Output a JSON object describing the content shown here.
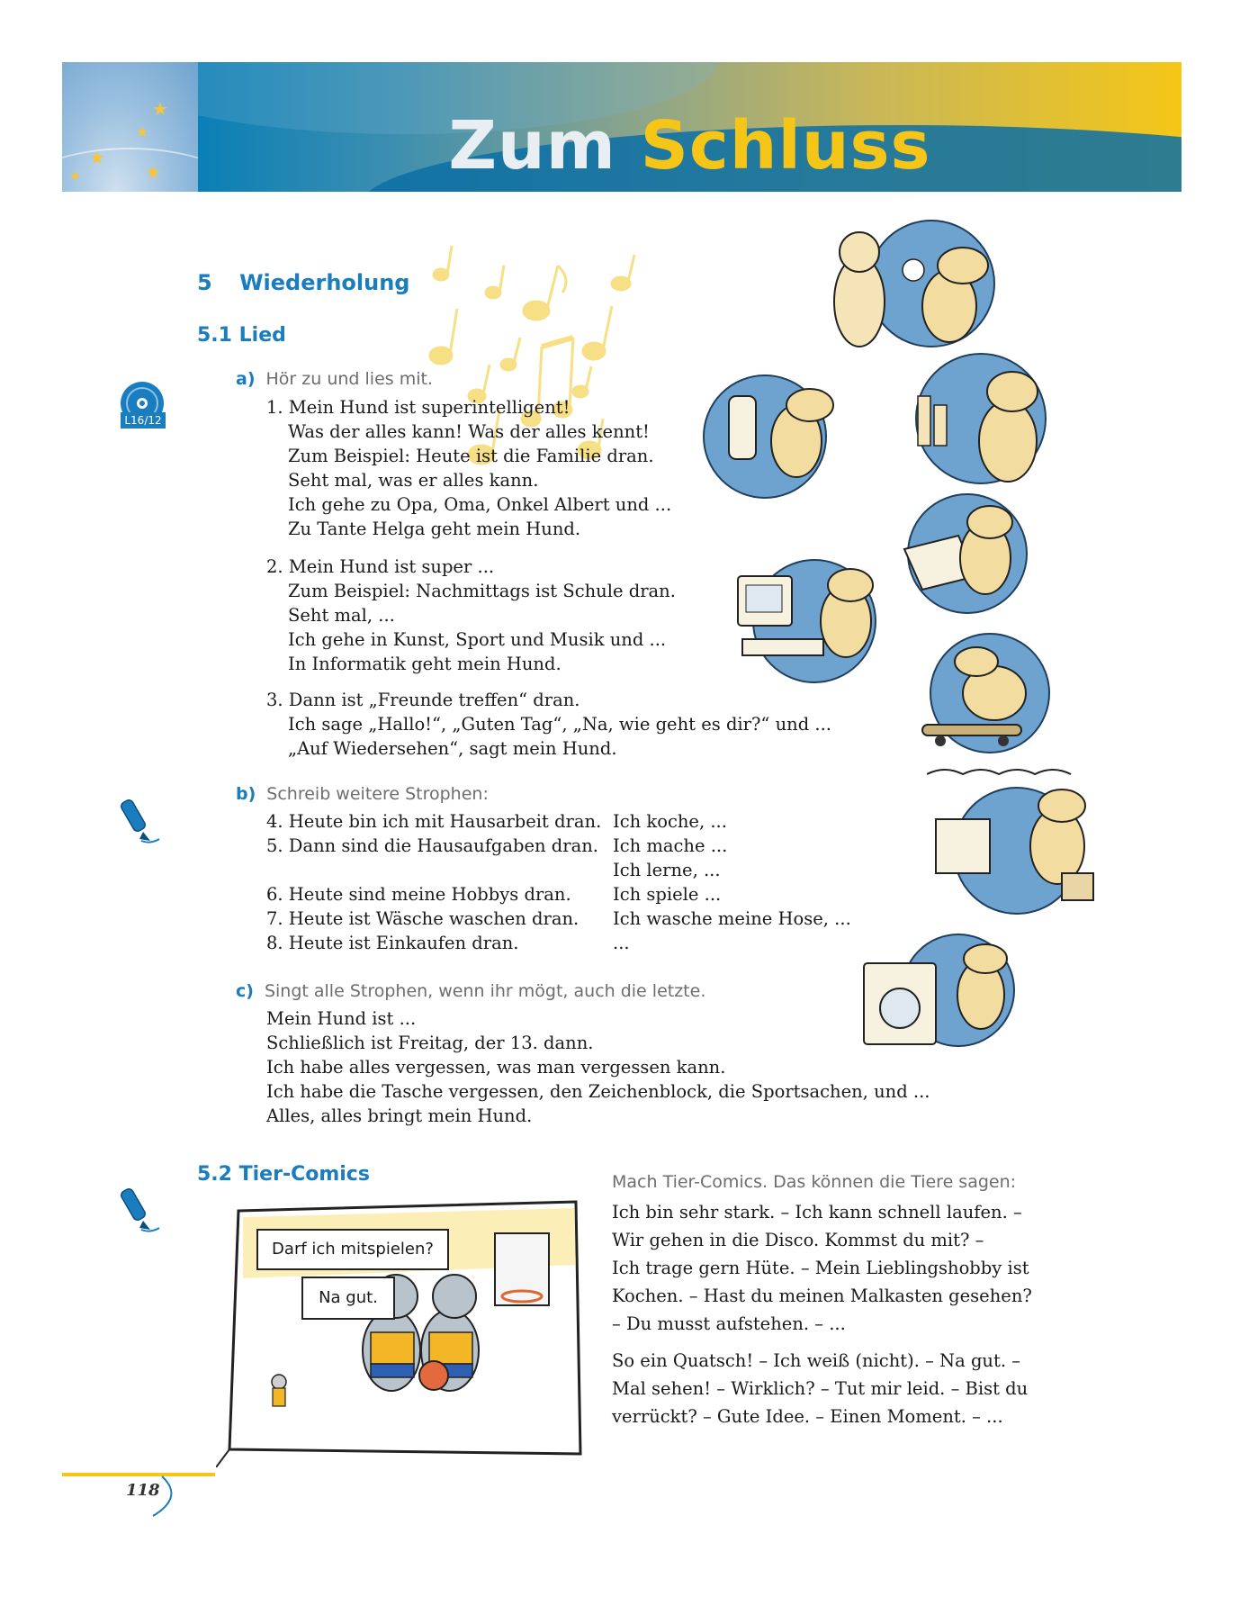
{
  "header": {
    "title_part1": "Zum",
    "title_part2": "Schluss"
  },
  "section": {
    "number": "5",
    "title": "Wiederholung"
  },
  "lied": {
    "heading": "5.1 Lied",
    "cd_label": "L16/12",
    "a": {
      "label": "a)",
      "instruction": "Hör zu und lies mit.",
      "verses": [
        [
          "1. Mein Hund ist superintelligent!",
          "Was der alles kann! Was der alles kennt!",
          "Zum Beispiel: Heute ist die Familie dran.",
          "Seht mal, was er alles kann.",
          "Ich gehe zu Opa, Oma, Onkel Albert und ...",
          "Zu Tante Helga geht mein Hund."
        ],
        [
          "2. Mein Hund ist super ...",
          "Zum Beispiel: Nachmittags ist Schule dran.",
          "Seht mal, ...",
          "Ich gehe in Kunst, Sport und Musik und ...",
          "In Informatik geht mein Hund."
        ],
        [
          "3. Dann ist „Freunde treffen“ dran.",
          "Ich sage „Hallo!“, „Guten Tag“, „Na, wie geht es dir?“ und ...",
          "„Auf Wiedersehen“, sagt mein Hund."
        ]
      ]
    },
    "b": {
      "label": "b)",
      "instruction": "Schreib weitere Strophen:",
      "rows": [
        [
          "4. Heute bin ich mit Hausarbeit dran.",
          "Ich koche, ..."
        ],
        [
          "5. Dann sind die Hausaufgaben dran.",
          "Ich mache ..."
        ],
        [
          "",
          "Ich lerne, ..."
        ],
        [
          "6. Heute sind meine Hobbys dran.",
          "Ich spiele ..."
        ],
        [
          "7. Heute ist Wäsche waschen dran.",
          "Ich wasche meine Hose, ..."
        ],
        [
          "8. Heute ist Einkaufen dran.",
          "..."
        ]
      ]
    },
    "c": {
      "label": "c)",
      "instruction": "Singt alle Strophen, wenn ihr mögt, auch die letzte.",
      "lines": [
        "Mein Hund ist ...",
        "Schließlich ist Freitag, der 13. dann.",
        "Ich habe alles vergessen, was man vergessen kann.",
        "Ich habe die Tasche vergessen, den Zeichenblock, die Sportsachen, und ...",
        "Alles, alles bringt mein Hund."
      ]
    }
  },
  "comics": {
    "heading": "5.2 Tier-Comics",
    "instruction": "Mach Tier-Comics. Das können die Tiere sagen:",
    "para1": [
      "Ich bin sehr stark. – Ich kann schnell laufen. –",
      "Wir gehen in die Disco. Kommst du mit? –",
      "Ich trage gern Hüte. – Mein Lieblingshobby ist",
      "Kochen. – Hast du meinen Malkasten gesehen?",
      "– Du musst aufstehen. – ..."
    ],
    "para2": [
      "So ein Quatsch! – Ich weiß (nicht). – Na gut. –",
      "Mal sehen! – Wirklich? – Tut mir leid. – Bist du",
      "verrückt? – Gute Idee. – Einen Moment. – ..."
    ],
    "bubble1": "Darf ich mitspielen?",
    "bubble2": "Na gut."
  },
  "page_number": "118",
  "colors": {
    "accent_blue": "#1a7dbf",
    "accent_yellow": "#f4c617",
    "banner_blue": "#0a7fb6"
  }
}
